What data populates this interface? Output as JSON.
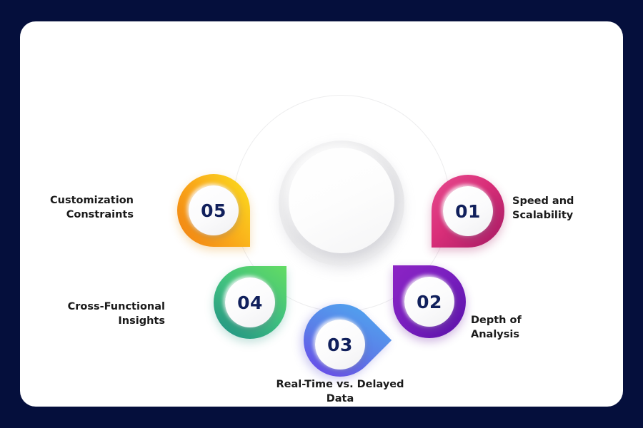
{
  "theme": {
    "page_background": "#050f3c",
    "card_background": "#ffffff",
    "number_color": "#11205c",
    "label_color": "#1a1a1a",
    "guide_ring_color": "#ededee"
  },
  "diagram": {
    "type": "circular-process-infographic",
    "center_hub": {
      "label": "",
      "style": "neumorphic-empty-circle"
    },
    "steps": [
      {
        "number": "01",
        "label_line1": "Speed and",
        "label_line2": "Scalability",
        "accent_from": "#e64a8e",
        "accent_to": "#a51a63",
        "point_direction": "left",
        "position": "right"
      },
      {
        "number": "02",
        "label_line1": "Depth of",
        "label_line2": "Analysis",
        "accent_from": "#8c24c4",
        "accent_to": "#5a12a8",
        "point_direction": "top-left",
        "position": "lower-right"
      },
      {
        "number": "03",
        "label_line1": "Real-Time vs. Delayed",
        "label_line2": "Data",
        "accent_from": "#4fa7ef",
        "accent_to": "#6a44ea",
        "point_direction": "top",
        "position": "bottom"
      },
      {
        "number": "04",
        "label_line1": "Cross-Functional",
        "label_line2": "Insights",
        "accent_from": "#63dc63",
        "accent_to": "#1f8d85",
        "point_direction": "top-right",
        "position": "lower-left"
      },
      {
        "number": "05",
        "label_line1": "Customization",
        "label_line2": "Constraints",
        "accent_from": "#f07f12",
        "accent_to": "#fbe01f",
        "point_direction": "right",
        "position": "left"
      }
    ]
  }
}
